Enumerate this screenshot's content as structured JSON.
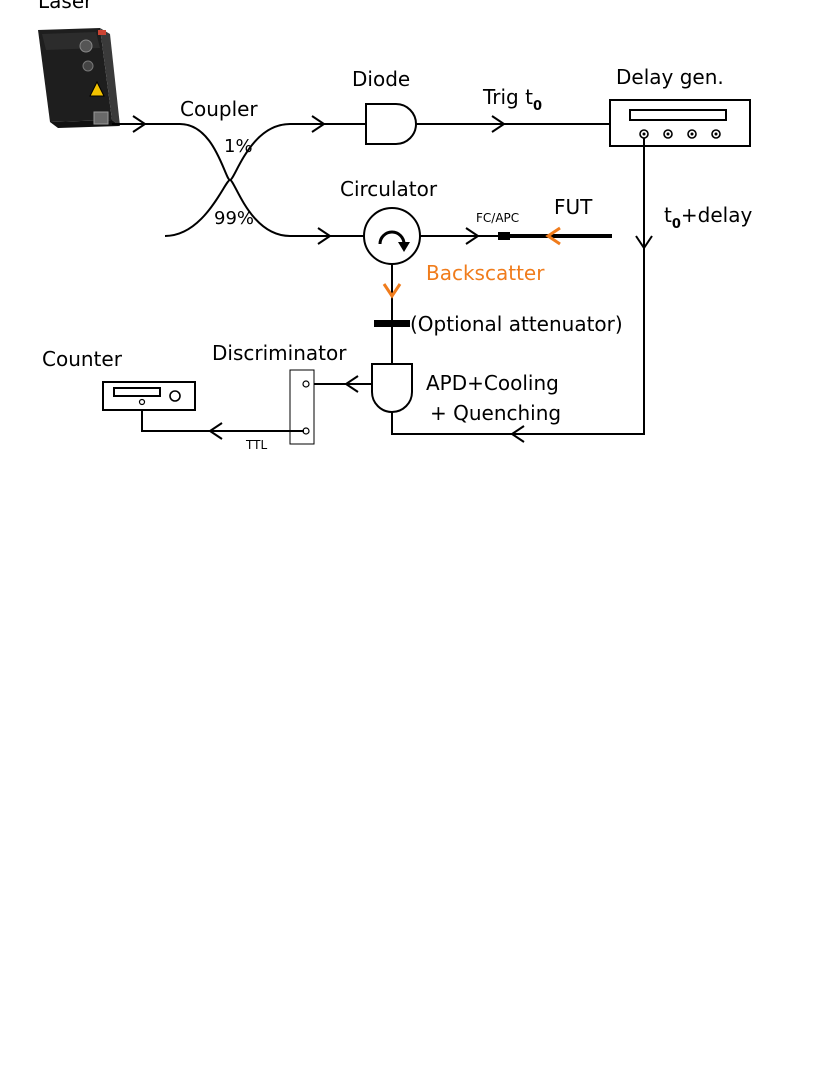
{
  "labels": {
    "laser": "Laser",
    "coupler": "Coupler",
    "port_1pct": "1%",
    "port_99pct": "99%",
    "diode": "Diode",
    "trig": "Trig t",
    "trig_sub": "0",
    "delay_gen": "Delay gen.",
    "circulator": "Circulator",
    "fc_apc": "FC/APC",
    "fut": "FUT",
    "t0_delay_t": "t",
    "t0_delay_sub": "0",
    "t0_delay_rest": "+delay",
    "backscatter": "Backscatter",
    "attenuator": "(Optional attenuator)",
    "apd_line1": "APD+Cooling",
    "apd_line2": "+ Quenching",
    "counter": "Counter",
    "discriminator": "Discriminator",
    "ttl": "TTL"
  },
  "colors": {
    "line": "#000000",
    "accent": "#f07c1c",
    "laser_body": "#2a2a2a",
    "laser_warning": "#f2c200"
  },
  "icons": {
    "laser": "laser-source-icon",
    "circulator": "circulator-icon",
    "diode": "photodiode-icon",
    "apd": "apd-detector-icon",
    "delay_generator": "delay-generator-icon",
    "counter": "counter-icon",
    "discriminator": "discriminator-icon"
  }
}
